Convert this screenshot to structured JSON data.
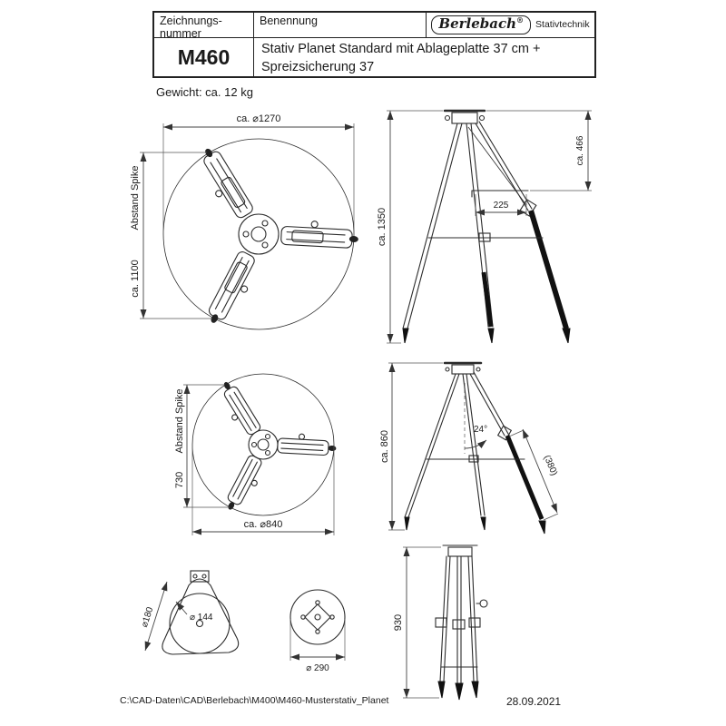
{
  "title_block": {
    "number_label_line1": "Zeichnungs-",
    "number_label_line2": "nummer",
    "name_label": "Benennung",
    "brand_name": "Berlebach",
    "brand_mark": "®",
    "brand_tagline": "Stativtechnik",
    "drawing_number": "M460",
    "description_line1": "Stativ Planet Standard mit Ablageplatte 37 cm +",
    "description_line2": "Spreizsicherung 37"
  },
  "weight_note": "Gewicht: ca. 12 kg",
  "views": {
    "top_large": {
      "diameter": "ca. ⌀1270",
      "spike_value": "ca. 1100",
      "spike_label": "Abstand Spike"
    },
    "side_extended": {
      "height": "ca. 1350",
      "head_height": "ca. 466",
      "spreader": "225"
    },
    "top_small": {
      "diameter": "ca. ⌀840",
      "spike_value": "730",
      "spike_label": "Abstand Spike"
    },
    "side_mid": {
      "height": "ca. 860",
      "leg_section": "(380)",
      "angle": "24°"
    },
    "plate_detail": {
      "outer_diameter": "⌀180",
      "inner_diameter": "⌀ 144"
    },
    "hub_detail": {
      "diameter": "⌀ 290"
    },
    "folded": {
      "height": "930"
    }
  },
  "footer": {
    "file_path": "C:\\CAD-Daten\\CAD\\Berlebach\\M400\\M460-Musterstativ_Planet",
    "date": "28.09.2021"
  }
}
